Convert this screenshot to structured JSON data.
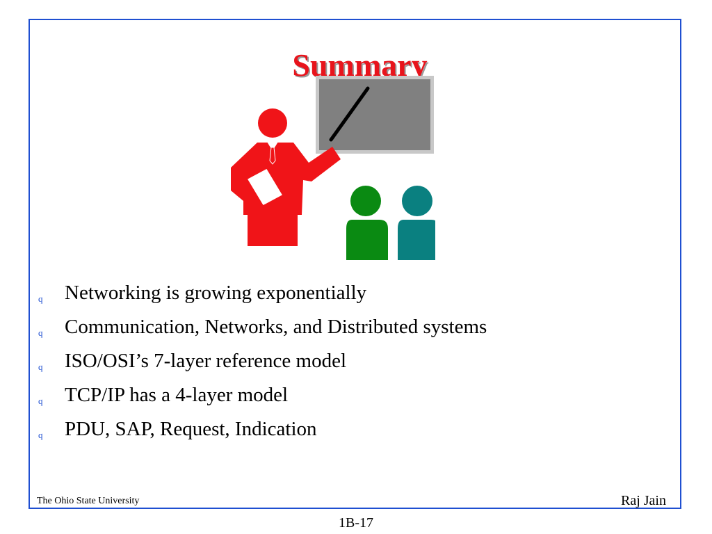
{
  "slide": {
    "title": "Summary",
    "bullet_glyph": "q",
    "bullets": [
      "Networking is growing exponentially",
      "Communication, Networks, and Distributed systems",
      "ISO/OSI’s 7-layer reference model",
      "TCP/IP has a 4-layer model",
      "PDU, SAP, Request, Indication"
    ]
  },
  "footer": {
    "institution": "The Ohio State University",
    "author": "Raj Jain",
    "page_number": "1B-17"
  },
  "colors": {
    "frame_border": "#1f4fd1",
    "title": "#e8141c",
    "presenter": "#f01418",
    "listener_left": "#0a8a12",
    "listener_right": "#0a8080",
    "board": "#808080"
  },
  "icons": {
    "clipart": "presenter-with-board-icon"
  }
}
